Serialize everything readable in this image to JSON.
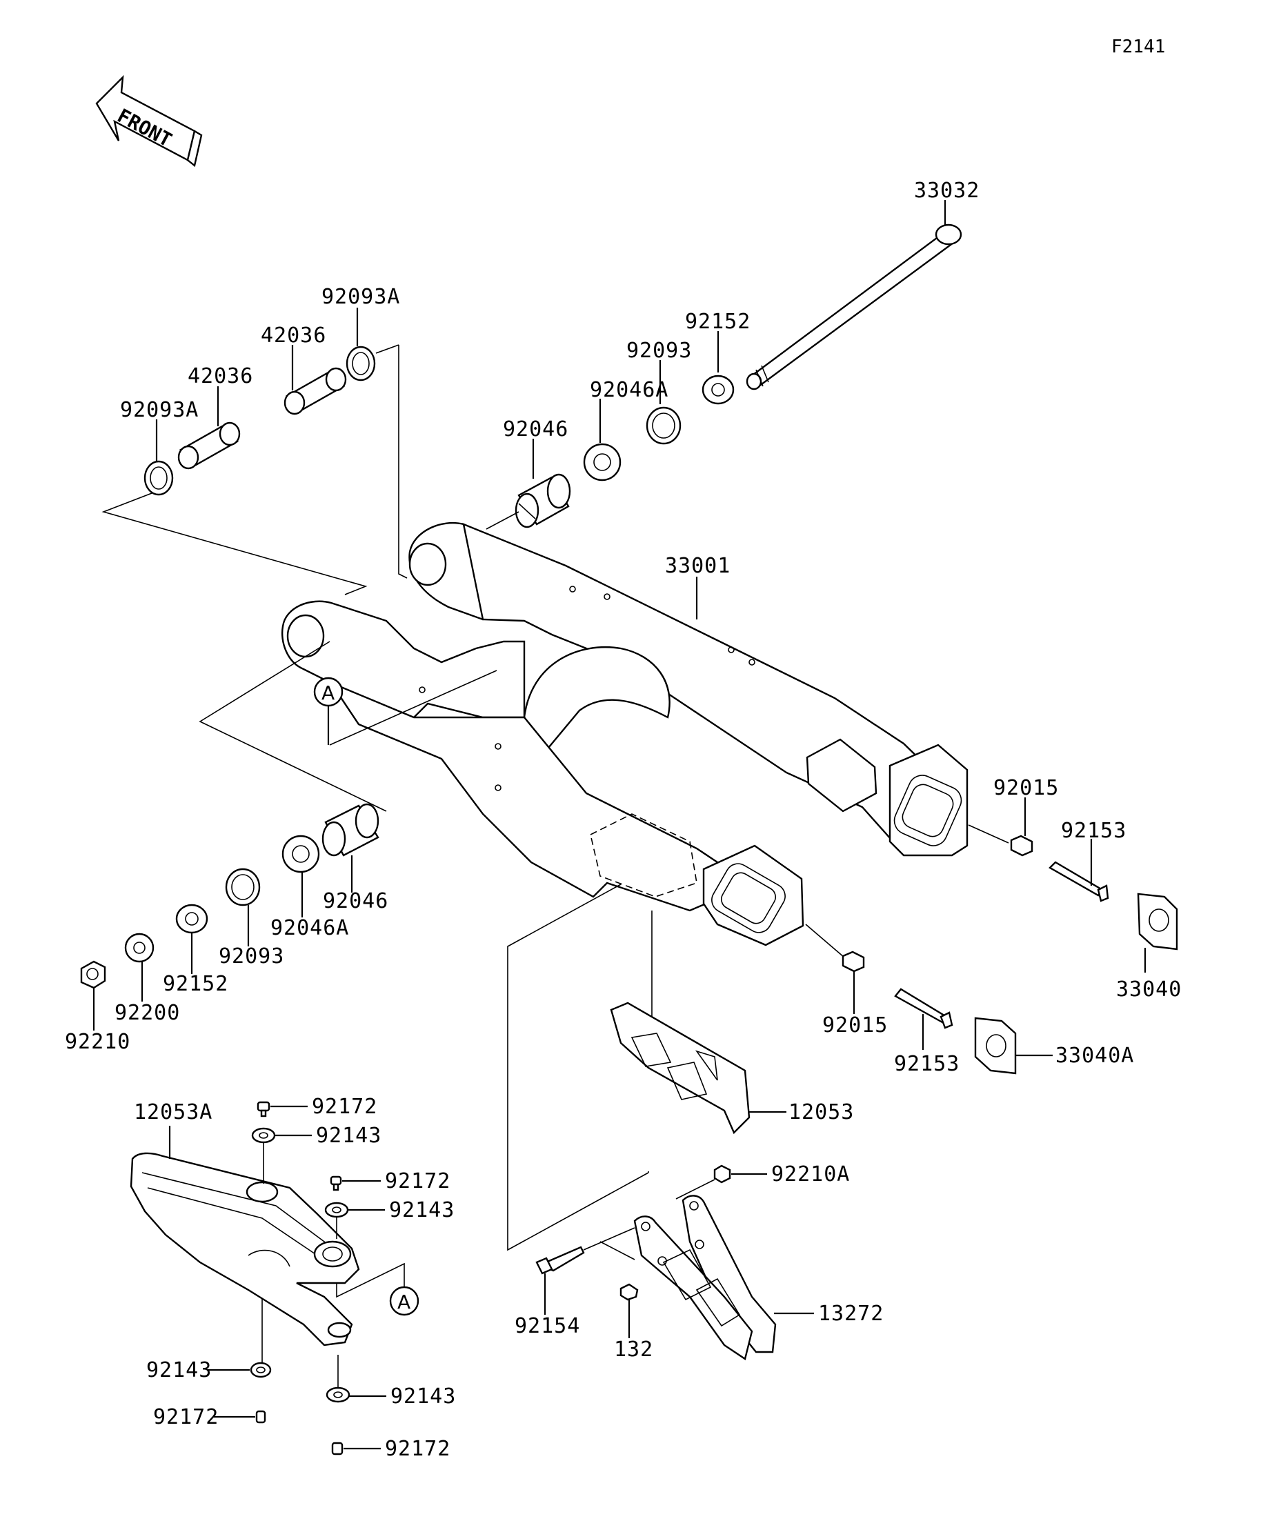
{
  "diagram_code": "F2141",
  "front_label": "FRONT",
  "ref_marker": "A",
  "parts": {
    "p33032": "33032",
    "p92152_top": "92152",
    "p92093_top": "92093",
    "p92046A_top": "92046A",
    "p92046_top": "92046",
    "p92093A_top": "92093A",
    "p42036_a": "42036",
    "p42036_b": "42036",
    "p92093A_left": "92093A",
    "p33001": "33001",
    "p92015_right": "92015",
    "p92153_right": "92153",
    "p33040": "33040",
    "p92046_low": "92046",
    "p92046A_low": "92046A",
    "p92093_low": "92093",
    "p92152_low": "92152",
    "p92200": "92200",
    "p92210": "92210",
    "p92015_low": "92015",
    "p92153_low": "92153",
    "p33040A": "33040A",
    "p12053": "12053",
    "p12053A": "12053A",
    "p92172_a": "92172",
    "p92143_a": "92143",
    "p92172_b": "92172",
    "p92143_b": "92143",
    "p92143_c": "92143",
    "p92172_c": "92172",
    "p92143_d": "92143",
    "p92172_d": "92172",
    "p92210A": "92210A",
    "p13272": "13272",
    "p92154": "92154",
    "p132": "132"
  }
}
